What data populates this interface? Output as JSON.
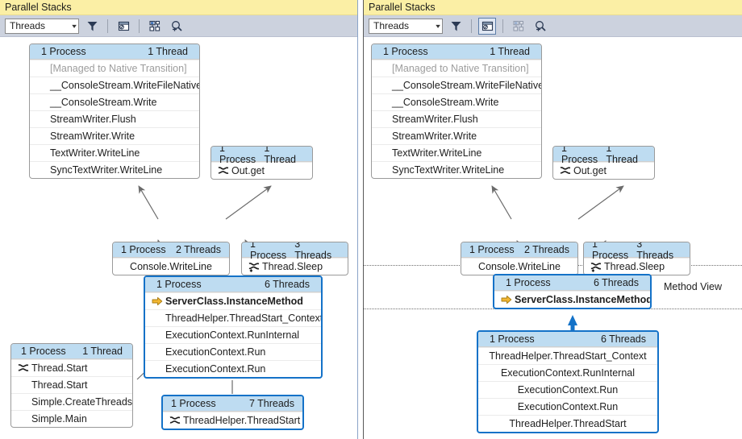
{
  "panels": [
    {
      "id": "left",
      "title": "Parallel Stacks",
      "toolbar": {
        "combo_value": "Threads",
        "combo_caret": "▾",
        "icons": [
          {
            "name": "filter-icon",
            "label": "Toggle Filter",
            "state": "normal"
          },
          {
            "name": "method-view-icon",
            "label": "Toggle Method View",
            "state": "normal"
          },
          {
            "name": "show-stacks-icon",
            "label": "Show Only Flagged",
            "state": "normal"
          },
          {
            "name": "zoom-to-fit-icon",
            "label": "Auto Scroll To Current Stack Frame",
            "state": "normal"
          }
        ]
      },
      "boxes": [
        {
          "name": "node-syncwriter",
          "header": {
            "process": "1 Process",
            "threads": "1 Thread"
          },
          "highlighted": false,
          "rows": [
            {
              "text": "[Managed to Native Transition]",
              "dim": true,
              "icon": "none",
              "current": false
            },
            {
              "text": "__ConsoleStream.WriteFileNative",
              "dim": false,
              "icon": "none",
              "current": false
            },
            {
              "text": "__ConsoleStream.Write",
              "dim": false,
              "icon": "none",
              "current": false
            },
            {
              "text": "StreamWriter.Flush",
              "dim": false,
              "icon": "none",
              "current": false
            },
            {
              "text": "StreamWriter.Write",
              "dim": false,
              "icon": "none",
              "current": false
            },
            {
              "text": "TextWriter.WriteLine",
              "dim": false,
              "icon": "none",
              "current": false
            },
            {
              "text": "SyncTextWriter.WriteLine",
              "dim": false,
              "icon": "none",
              "current": false
            }
          ]
        },
        {
          "name": "node-outget",
          "header": {
            "process": "1 Process",
            "threads": "1 Thread"
          },
          "highlighted": false,
          "rows": [
            {
              "text": "Out.get",
              "dim": false,
              "icon": "threads-icon",
              "current": false
            }
          ]
        },
        {
          "name": "node-consolewriteline",
          "header": {
            "process": "1 Process",
            "threads": "2 Threads"
          },
          "highlighted": false,
          "rows": [
            {
              "text": "Console.WriteLine",
              "dim": false,
              "icon": "none",
              "current": false
            }
          ]
        },
        {
          "name": "node-threadsleep",
          "header": {
            "process": "1 Process",
            "threads": "3 Threads"
          },
          "highlighted": false,
          "rows": [
            {
              "text": "Thread.Sleep",
              "dim": false,
              "icon": "threads-plus-icon",
              "current": false
            }
          ]
        },
        {
          "name": "node-serverclass-instancemethod",
          "header": {
            "process": "1 Process",
            "threads": "6 Threads"
          },
          "highlighted": true,
          "rows": [
            {
              "text": "ServerClass.InstanceMethod",
              "dim": false,
              "icon": "current-frame-arrow-icon",
              "current": true
            },
            {
              "text": "ThreadHelper.ThreadStart_Context",
              "dim": false,
              "icon": "none",
              "current": false
            },
            {
              "text": "ExecutionContext.RunInternal",
              "dim": false,
              "icon": "none",
              "current": false
            },
            {
              "text": "ExecutionContext.Run",
              "dim": false,
              "icon": "none",
              "current": false
            },
            {
              "text": "ExecutionContext.Run",
              "dim": false,
              "icon": "none",
              "current": false
            }
          ]
        },
        {
          "name": "node-simple-main",
          "header": {
            "process": "1 Process",
            "threads": "1 Thread"
          },
          "highlighted": false,
          "rows": [
            {
              "text": "Thread.Start",
              "dim": false,
              "icon": "threads-icon",
              "current": false
            },
            {
              "text": "Thread.Start",
              "dim": false,
              "icon": "none",
              "current": false
            },
            {
              "text": "Simple.CreateThreads",
              "dim": false,
              "icon": "none",
              "current": false
            },
            {
              "text": "Simple.Main",
              "dim": false,
              "icon": "none",
              "current": false
            }
          ]
        },
        {
          "name": "node-threadhelper-threadstart",
          "header": {
            "process": "1 Process",
            "threads": "7 Threads"
          },
          "highlighted": true,
          "rows": [
            {
              "text": "ThreadHelper.ThreadStart",
              "dim": false,
              "icon": "threads-icon",
              "current": false
            }
          ]
        }
      ]
    },
    {
      "id": "right",
      "title": "Parallel Stacks",
      "method_view_label": "Method View",
      "toolbar": {
        "combo_value": "Threads",
        "combo_caret": "▾",
        "icons": [
          {
            "name": "filter-icon",
            "label": "Toggle Filter",
            "state": "normal"
          },
          {
            "name": "method-view-icon",
            "label": "Toggle Method View",
            "state": "selected"
          },
          {
            "name": "show-stacks-icon",
            "label": "Show Only Flagged",
            "state": "disabled"
          },
          {
            "name": "zoom-to-fit-icon",
            "label": "Auto Scroll To Current Stack Frame",
            "state": "normal"
          }
        ]
      },
      "boxes": [
        {
          "name": "node-syncwriter",
          "header": {
            "process": "1 Process",
            "threads": "1 Thread"
          },
          "highlighted": false,
          "rows": [
            {
              "text": "[Managed to Native Transition]",
              "dim": true,
              "icon": "none",
              "current": false
            },
            {
              "text": "__ConsoleStream.WriteFileNative",
              "dim": false,
              "icon": "none",
              "current": false
            },
            {
              "text": "__ConsoleStream.Write",
              "dim": false,
              "icon": "none",
              "current": false
            },
            {
              "text": "StreamWriter.Flush",
              "dim": false,
              "icon": "none",
              "current": false
            },
            {
              "text": "StreamWriter.Write",
              "dim": false,
              "icon": "none",
              "current": false
            },
            {
              "text": "TextWriter.WriteLine",
              "dim": false,
              "icon": "none",
              "current": false
            },
            {
              "text": "SyncTextWriter.WriteLine",
              "dim": false,
              "icon": "none",
              "current": false
            }
          ]
        },
        {
          "name": "node-outget",
          "header": {
            "process": "1 Process",
            "threads": "1 Thread"
          },
          "highlighted": false,
          "rows": [
            {
              "text": "Out.get",
              "dim": false,
              "icon": "threads-icon",
              "current": false
            }
          ]
        },
        {
          "name": "node-consolewriteline",
          "header": {
            "process": "1 Process",
            "threads": "2 Threads"
          },
          "highlighted": false,
          "rows": [
            {
              "text": "Console.WriteLine",
              "dim": false,
              "icon": "none",
              "current": false
            }
          ]
        },
        {
          "name": "node-threadsleep",
          "header": {
            "process": "1 Process",
            "threads": "3 Threads"
          },
          "highlighted": false,
          "rows": [
            {
              "text": "Thread.Sleep",
              "dim": false,
              "icon": "threads-plus-icon",
              "current": false
            }
          ]
        },
        {
          "name": "node-serverclass-instancemethod",
          "header": {
            "process": "1 Process",
            "threads": "6 Threads"
          },
          "highlighted": true,
          "rows": [
            {
              "text": "ServerClass.InstanceMethod",
              "dim": false,
              "icon": "current-frame-arrow-icon",
              "current": true
            }
          ]
        },
        {
          "name": "node-callers-stack",
          "header": {
            "process": "1 Process",
            "threads": "6 Threads"
          },
          "highlighted": true,
          "rows": [
            {
              "text": "ThreadHelper.ThreadStart_Context",
              "dim": false,
              "icon": "none",
              "current": false
            },
            {
              "text": "ExecutionContext.RunInternal",
              "dim": false,
              "icon": "none",
              "current": false
            },
            {
              "text": "ExecutionContext.Run",
              "dim": false,
              "icon": "none",
              "current": false
            },
            {
              "text": "ExecutionContext.Run",
              "dim": false,
              "icon": "none",
              "current": false
            },
            {
              "text": "ThreadHelper.ThreadStart",
              "dim": false,
              "icon": "none",
              "current": false
            }
          ]
        }
      ]
    }
  ],
  "colors": {
    "title_bg": "#fbefa5",
    "toolbar_bg": "#ccd2de",
    "node_header_bg": "#bedcf1",
    "highlight_border": "#1472c8",
    "connector": "#6b6b6b",
    "dim_text": "#9d9d9d",
    "current_arrow": "#f0b323"
  }
}
